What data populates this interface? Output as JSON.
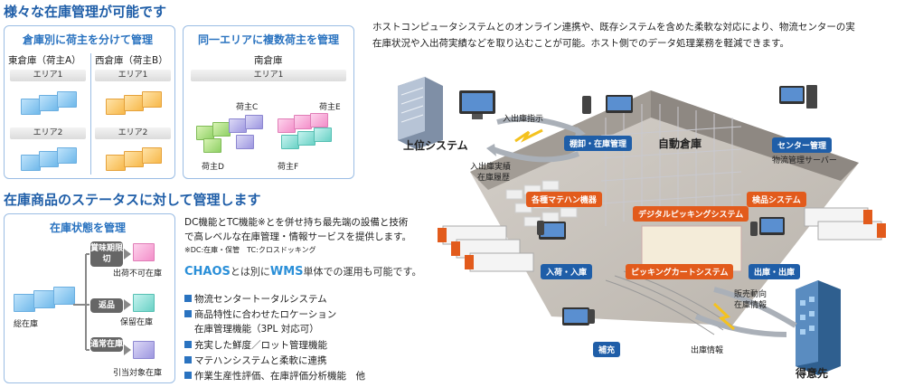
{
  "section1": {
    "heading": "様々な在庫管理が可能です",
    "panel_left": {
      "title": "倉庫別に荷主を分けて管理",
      "warehouse_a": "東倉庫（荷主A）",
      "warehouse_b": "西倉庫（荷主B）",
      "area1": "エリア1",
      "area2": "エリア2"
    },
    "panel_right": {
      "title": "同一エリアに複数荷主を管理",
      "warehouse": "南倉庫",
      "area": "エリア1",
      "shipper_c": "荷主C",
      "shipper_d": "荷主D",
      "shipper_e": "荷主E",
      "shipper_f": "荷主F"
    }
  },
  "section2": {
    "heading": "在庫商品のステータスに対して管理します",
    "panel": {
      "title": "在庫状態を管理",
      "total": "総在庫",
      "status1": "賞味期限切",
      "status2": "返品",
      "status3": "通常在庫",
      "result1": "出荷不可在庫",
      "result2": "保留在庫",
      "result3": "引当対象在庫"
    }
  },
  "dc_text": {
    "line1": "DC機能とTC機能※とを併せ持ち最先端の設備と技術",
    "line2": "で高レベルな在庫管理・情報サービスを提供します。",
    "note": "※DC:在庫・保管　TC:クロスドッキング",
    "chaos_1": "CHAOS",
    "chaos_2": "とは別に",
    "chaos_3": "WMS",
    "chaos_4": "単体での運用も可能です。",
    "bullets": [
      "物流センタートータルシステム",
      "商品特性に合わせたロケーション",
      "在庫管理機能（3PL 対応可）",
      "充実した鮮度／ロット管理機能",
      "マテハンシステムと柔軟に連携",
      "作業生産性評価、在庫評価分析機能　他"
    ]
  },
  "intro": {
    "line1": "ホストコンピュータシステムとのオンライン連携や、既存システムを含めた柔軟な対応により、物流センターの実",
    "line2": "在庫状況や入出荷実績などを取り込むことが可能。ホスト側でのデータ処理業務を軽減できます。"
  },
  "diagram": {
    "host_system": "上位システム",
    "inout_instruction": "入出庫指示",
    "inout_results": "入出庫実績",
    "stock_history": "在庫履歴",
    "shelf_mgmt": "棚卸・在庫管理",
    "auto_warehouse": "自動倉庫",
    "center_mgmt": "センター管理",
    "server": "物流管理サーバー",
    "material_handling": "各種マテハン機器",
    "digital_picking": "デジタルピッキングシステム",
    "inspection": "検品システム",
    "receiving": "入荷・入庫",
    "picking_cart": "ピッキングカートシステム",
    "shipping": "出庫・出庫",
    "sales_trend": "販売動向",
    "stock_info": "在庫情報",
    "replenish": "補充",
    "shipping_info": "出庫情報",
    "customer": "得意先"
  },
  "colors": {
    "accent_blue": "#1f5ea8",
    "orange": "#e25b1c"
  }
}
